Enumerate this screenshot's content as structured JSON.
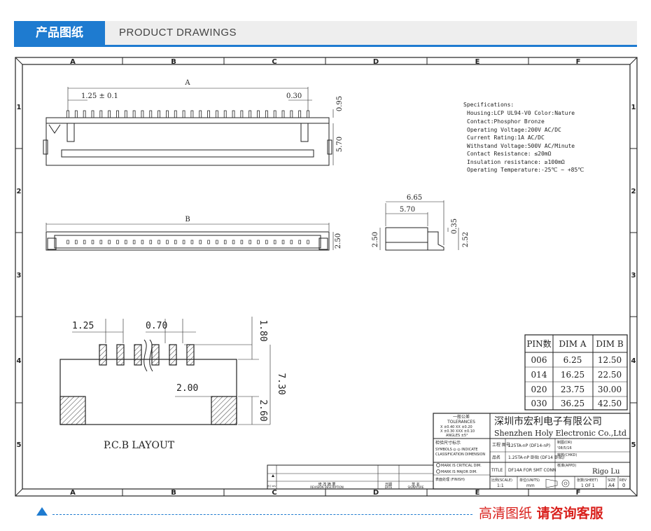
{
  "header": {
    "tag": "产品图纸",
    "subtitle": "PRODUCT DRAWINGS"
  },
  "drawing": {
    "col_labels": [
      "A",
      "B",
      "C",
      "D",
      "E",
      "F"
    ],
    "row_labels": [
      "1",
      "2",
      "3",
      "4",
      "5"
    ],
    "dims": {
      "top_a": "A",
      "top_pitch": "1.25 ± 0.1",
      "top_030": "0.30",
      "top_095": "0.95",
      "top_570": "5.70",
      "mid_b": "B",
      "mid_250": "2.50",
      "side_665": "6.65",
      "side_570": "5.70",
      "side_250": "2.50",
      "side_035": "0.35",
      "side_252": "2.52",
      "pcb_125": "1.25",
      "pcb_070": "0.70",
      "pcb_180": "1.80",
      "pcb_200": "2.00",
      "pcb_730": "7.30",
      "pcb_260": "2.60"
    },
    "pcb_label": "P.C.B LAYOUT",
    "specs": {
      "title": "Specifications:",
      "lines": [
        "Housing:LCP UL94-V0 Color:Nature",
        "Contact:Phosphor Bronze",
        "Operating Voltage:200V AC/DC",
        "Current Rating:1A AC/DC",
        "Withstand Voltage:500V AC/Minute",
        "Contact Resistance: ≤20mΩ",
        "Insulation resistance: ≥100mΩ",
        "Operating Temperature:-25℃ ~ +85℃"
      ]
    },
    "pin_table": {
      "headers": [
        "PIN数",
        "DIM A",
        "DIM B"
      ],
      "rows": [
        [
          "006",
          "6.25",
          "12.50"
        ],
        [
          "014",
          "16.25",
          "22.50"
        ],
        [
          "020",
          "23.75",
          "30.00"
        ],
        [
          "030",
          "36.25",
          "42.50"
        ]
      ]
    },
    "title_block": {
      "tol_cn": "一般公差",
      "tol_en": "TOLERANCES",
      "tol_1": "X ±0.40   XX ±0.20",
      "tol_2": "X ±0.30   XXX ±0.10",
      "tol_3": "ANGLES  ±5°",
      "company_cn": "深圳市宏利电子有限公司",
      "company_en": "Shenzhen Holy Electronic Co.,Ltd",
      "inspect_cn": "检验尺寸标示",
      "symbols_1": "SYMBOLS ◎ ◎ INDICATE",
      "symbols_2": "CLASSIFICATION DIMENSION",
      "proj_label": "工程 图号",
      "proj_value": "125TA-nP (DF14-nP)",
      "drawn_label": "制图(DR)",
      "drawn_value": "'08/5/16",
      "check_label": "审核(CHKD)",
      "name_label": "品名",
      "name_value": "1.25TA-nP 卧贴 (DF14 卧贴)",
      "critical": "MARK IS CRITICAL DIM.",
      "major": "MARK IS MAJOR DIM.",
      "title_label": "TITLE",
      "title_value": "DF14A FOR SMT  CONN",
      "appd_label": "核准(APPD)",
      "appd_value": "Rigo Lu",
      "finish_label": "表面处理 (FINISH)",
      "scale_label": "比例(SCALE)",
      "scale_value": "1:1",
      "units_label": "单位(UNITS)",
      "units_value": "mm",
      "sheet_label": "张数(SHEET)",
      "sheet_value": "1 OF 1",
      "size_label": "SIZE",
      "size_value": "A4",
      "rev_label": "REV",
      "rev_value": "0",
      "rev_desc": "修 改 摘 要",
      "rev_desc_en": "REVISION  DESCRIPTION",
      "date_cn": "日期",
      "date_en": "DATE",
      "sign_cn": "签 名",
      "sign_en": "SIGNATURE",
      "rev_mark": "修订 REV"
    }
  },
  "footer": {
    "text_a": "高清图纸",
    "text_b": "请咨询客服"
  }
}
